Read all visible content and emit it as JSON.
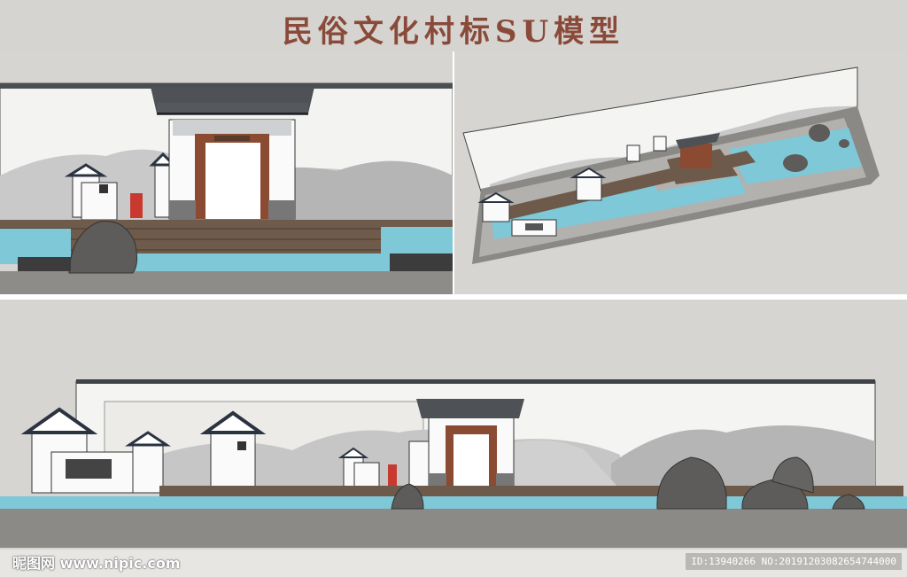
{
  "title": "民俗文化村标SU模型",
  "watermark": "昵图网 www.nipic.com",
  "image_id": "ID:13940266 NO:20191203082654744000",
  "colors": {
    "title": "#8a4a3a",
    "water": "#7fc8d8",
    "deck": "#6e5a4a",
    "roof": "#4e5155",
    "wall": "#f4f4f2",
    "timber": "#8b4a32",
    "stone": "#6f6d6a",
    "hill": "#b8b8b8"
  },
  "panels": [
    {
      "name": "front-view-closeup"
    },
    {
      "name": "aerial-view"
    },
    {
      "name": "front-elevation-wide"
    }
  ]
}
